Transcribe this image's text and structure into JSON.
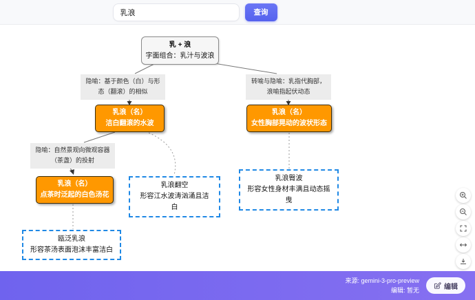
{
  "topbar": {
    "search_value": "乳浪",
    "query_button": "查询"
  },
  "diagram": {
    "root": {
      "line1": "乳 + 浪",
      "line2": "字面组合：乳汁与波浪"
    },
    "edge_labels": [
      {
        "text": "隐喻：基于颜色（白）与形态（翻滚）的相似"
      },
      {
        "text": "转喻与隐喻：乳指代胸部，浪喻指起伏动态"
      },
      {
        "text": "隐喻：自然景观向微观容器（茶盏）的投射"
      }
    ],
    "sense_nodes": [
      {
        "title": "乳浪（名）",
        "desc": "洁白翻滚的水波"
      },
      {
        "title": "乳浪（名）",
        "desc": "女性胸部晃动的波状形态"
      },
      {
        "title": "乳浪（名）",
        "desc": "点茶时泛起的白色汤花"
      }
    ],
    "example_nodes": [
      {
        "title": "乳浪翻空",
        "desc": "形容江水波涛汹涌且洁白"
      },
      {
        "title": "乳浪臀波",
        "desc": "形容女性身材丰满且动态摇曳"
      },
      {
        "title": "瓯泛乳浪",
        "desc": "形容茶汤表面泡沫丰富洁白"
      }
    ]
  },
  "toolbar": {
    "icons": [
      "zoom-in",
      "zoom-out",
      "fullscreen",
      "fit-width",
      "download"
    ]
  },
  "footer": {
    "source": "来源: gemini-3-pro-preview",
    "editor": "编辑: 暂无",
    "edit_button": "编辑"
  },
  "colors": {
    "accent": "#5a67f2",
    "node_orange": "#ff9800",
    "dashed_blue": "#1e88e5",
    "footer_purple": "#7566ee",
    "label_bg": "#ececec"
  }
}
